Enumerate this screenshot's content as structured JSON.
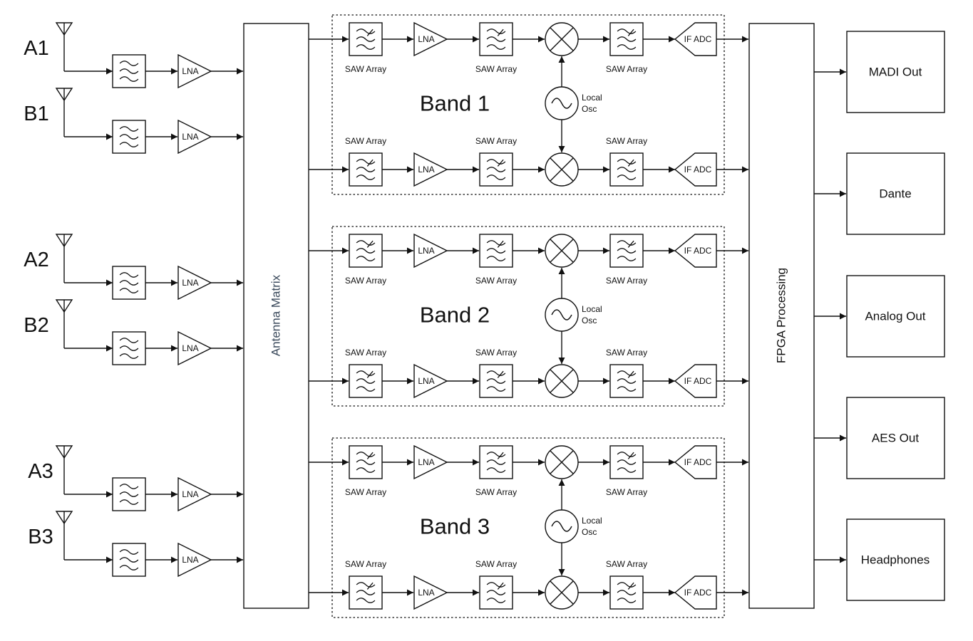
{
  "antennas": [
    {
      "label": "A1"
    },
    {
      "label": "B1"
    },
    {
      "label": "A2"
    },
    {
      "label": "B2"
    },
    {
      "label": "A3"
    },
    {
      "label": "B3"
    }
  ],
  "lna_label": "LNA",
  "saw_label": "SAW Array",
  "if_adc_label": "IF ADC",
  "osc_label_line1": "Local",
  "osc_label_line2": "Osc",
  "matrix_label": "Antenna Matrix",
  "fpga_label": "FPGA Processing",
  "bands": [
    {
      "label": "Band 1"
    },
    {
      "label": "Band 2"
    },
    {
      "label": "Band 3"
    }
  ],
  "outputs": [
    {
      "label": "MADI Out"
    },
    {
      "label": "Dante"
    },
    {
      "label": "Analog Out"
    },
    {
      "label": "AES Out"
    },
    {
      "label": "Headphones"
    }
  ]
}
